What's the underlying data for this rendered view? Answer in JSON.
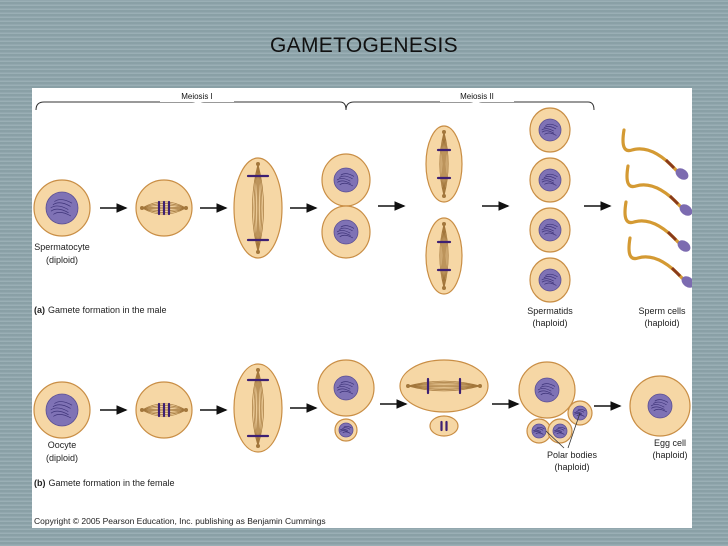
{
  "title": "GAMETOGENESIS",
  "colors": {
    "cell_fill": "#f6d7a5",
    "cell_stroke": "#c98e45",
    "nucleus": "#7f72b5",
    "chromosome": "#3d1f73",
    "spindle": "#a3773c",
    "arrow": "#111111",
    "sperm_tail": "#d49a33",
    "sperm_head": "#7c6bb0"
  },
  "phases": {
    "meiosis1": "Meiosis I",
    "meiosis2": "Meiosis II"
  },
  "male": {
    "start_label": "Spermatocyte",
    "start_sub": "(diploid)",
    "caption_letter": "(a)",
    "caption": "Gamete formation in the male",
    "spermatids_label": "Spermatids",
    "spermatids_sub": "(haploid)",
    "sperm_label": "Sperm cells",
    "sperm_sub": "(haploid)"
  },
  "female": {
    "start_label": "Oocyte",
    "start_sub": "(diploid)",
    "caption_letter": "(b)",
    "caption": "Gamete formation in the female",
    "polar_label": "Polar bodies",
    "polar_sub": "(haploid)",
    "egg_label": "Egg cell",
    "egg_sub": "(haploid)"
  },
  "copyright": "Copyright © 2005 Pearson Education, Inc. publishing as Benjamin Cummings"
}
